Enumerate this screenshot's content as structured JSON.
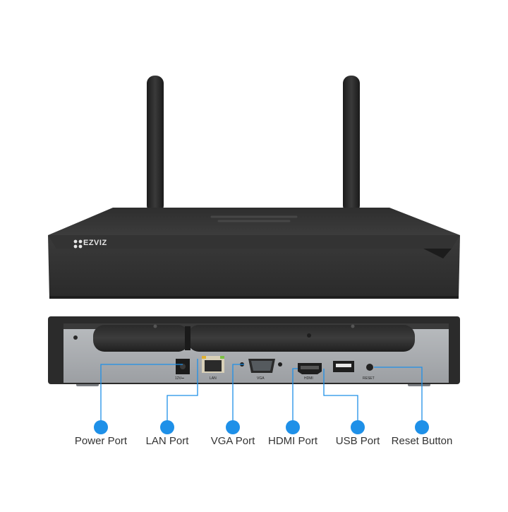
{
  "device": {
    "brand": "EZVIZ",
    "port_silkscreen": {
      "power": "12V⎓",
      "lan": "LAN",
      "vga": "VGA",
      "hdmi": "HDMI",
      "reset": "RESET"
    }
  },
  "callouts": [
    {
      "label": "Power Port"
    },
    {
      "label": "LAN Port"
    },
    {
      "label": "VGA Port"
    },
    {
      "label": "HDMI Port"
    },
    {
      "label": "USB Port"
    },
    {
      "label": "Reset Button"
    }
  ],
  "colors": {
    "callout_blue": "#1e90e8",
    "body_dark": "#2b2b2b",
    "panel_gray": "#a7aaad",
    "label_text": "#333333"
  }
}
